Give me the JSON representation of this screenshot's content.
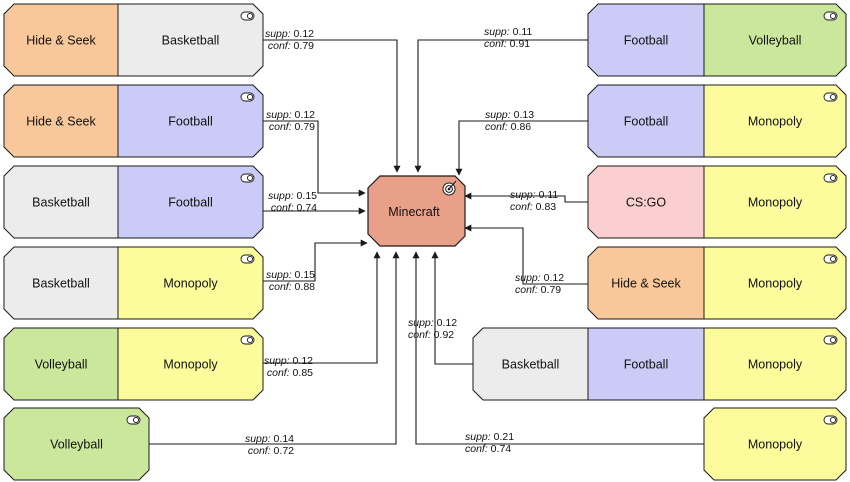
{
  "colors": {
    "hide_seek": "#f9c89a",
    "basketball": "#ececec",
    "football": "#cbcbf7",
    "monopoly": "#fcfc9c",
    "volleyball": "#cbe79c",
    "csgo": "#fbcfcf",
    "center": "#e8a088",
    "stroke": "#1a1a1a"
  },
  "center": {
    "label": "Minecraft",
    "icon": "target-icon"
  },
  "metric_labels": {
    "support": "supp:",
    "confidence": "conf:"
  },
  "rules": [
    {
      "antecedent": [
        {
          "label": "Hide & Seek",
          "color": "hide_seek"
        },
        {
          "label": "Basketball",
          "color": "basketball"
        }
      ],
      "supp": "0.12",
      "conf": "0.79"
    },
    {
      "antecedent": [
        {
          "label": "Hide & Seek",
          "color": "hide_seek"
        },
        {
          "label": "Football",
          "color": "football"
        }
      ],
      "supp": "0.12",
      "conf": "0.79"
    },
    {
      "antecedent": [
        {
          "label": "Basketball",
          "color": "basketball"
        },
        {
          "label": "Football",
          "color": "football"
        }
      ],
      "supp": "0.15",
      "conf": "0.74"
    },
    {
      "antecedent": [
        {
          "label": "Basketball",
          "color": "basketball"
        },
        {
          "label": "Monopoly",
          "color": "monopoly"
        }
      ],
      "supp": "0.15",
      "conf": "0.88"
    },
    {
      "antecedent": [
        {
          "label": "Volleyball",
          "color": "volleyball"
        },
        {
          "label": "Monopoly",
          "color": "monopoly"
        }
      ],
      "supp": "0.12",
      "conf": "0.85"
    },
    {
      "antecedent": [
        {
          "label": "Volleyball",
          "color": "volleyball"
        }
      ],
      "supp": "0.14",
      "conf": "0.72"
    },
    {
      "antecedent": [
        {
          "label": "Football",
          "color": "football"
        },
        {
          "label": "Volleyball",
          "color": "volleyball"
        }
      ],
      "supp": "0.11",
      "conf": "0.91"
    },
    {
      "antecedent": [
        {
          "label": "Football",
          "color": "football"
        },
        {
          "label": "Monopoly",
          "color": "monopoly"
        }
      ],
      "supp": "0.13",
      "conf": "0.86"
    },
    {
      "antecedent": [
        {
          "label": "CS:GO",
          "color": "csgo"
        },
        {
          "label": "Monopoly",
          "color": "monopoly"
        }
      ],
      "supp": "0.11",
      "conf": "0.83"
    },
    {
      "antecedent": [
        {
          "label": "Hide & Seek",
          "color": "hide_seek"
        },
        {
          "label": "Monopoly",
          "color": "monopoly"
        }
      ],
      "supp": "0.12",
      "conf": "0.79"
    },
    {
      "antecedent": [
        {
          "label": "Basketball",
          "color": "basketball"
        },
        {
          "label": "Football",
          "color": "football"
        },
        {
          "label": "Monopoly",
          "color": "monopoly"
        }
      ],
      "supp": "0.12",
      "conf": "0.92"
    },
    {
      "antecedent": [
        {
          "label": "Monopoly",
          "color": "monopoly"
        }
      ],
      "supp": "0.21",
      "conf": "0.74"
    }
  ]
}
